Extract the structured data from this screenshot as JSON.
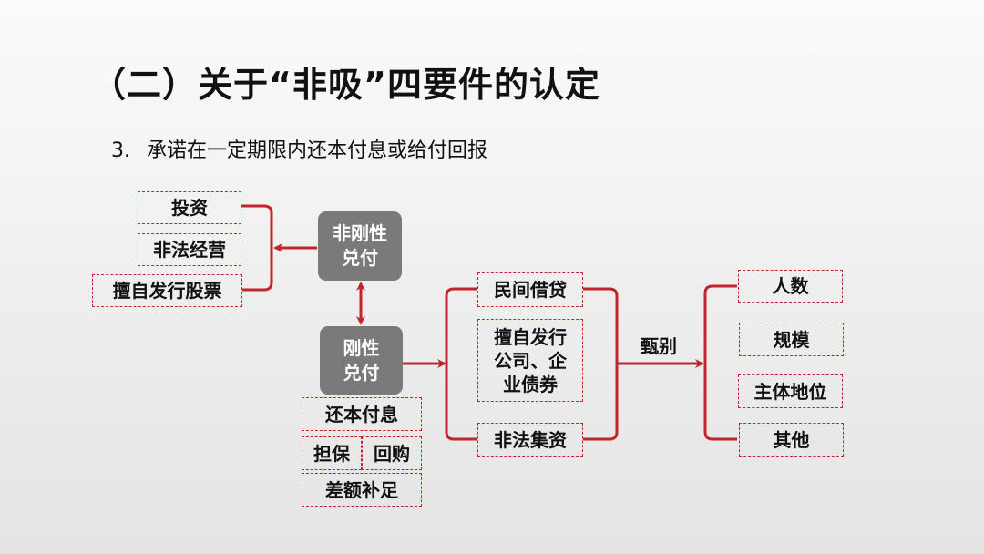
{
  "title": "（二）关于“非吸”四要件的认定",
  "subtitle": {
    "number": "3.",
    "text": "承诺在一定期限内还本付息或给付回报"
  },
  "diagram": {
    "non_rigid_node": "非刚性\n兑付",
    "rigid_node": "刚性\n兑付",
    "non_rigid_items": [
      "投资",
      "非法经营",
      "擅自发行股票"
    ],
    "rigid_items": {
      "repay": "还本付息",
      "guarantee": "担保",
      "buyback": "回购",
      "top_up": "差额补足"
    },
    "categories": [
      "民间借贷",
      "擅自发行\n公司、企\n业债券",
      "非法集资"
    ],
    "screen_label": "甄别",
    "criteria": [
      "人数",
      "规模",
      "主体地位",
      "其他"
    ]
  },
  "colors": {
    "accent": "#c0262b",
    "node": "#7a7a7a"
  }
}
